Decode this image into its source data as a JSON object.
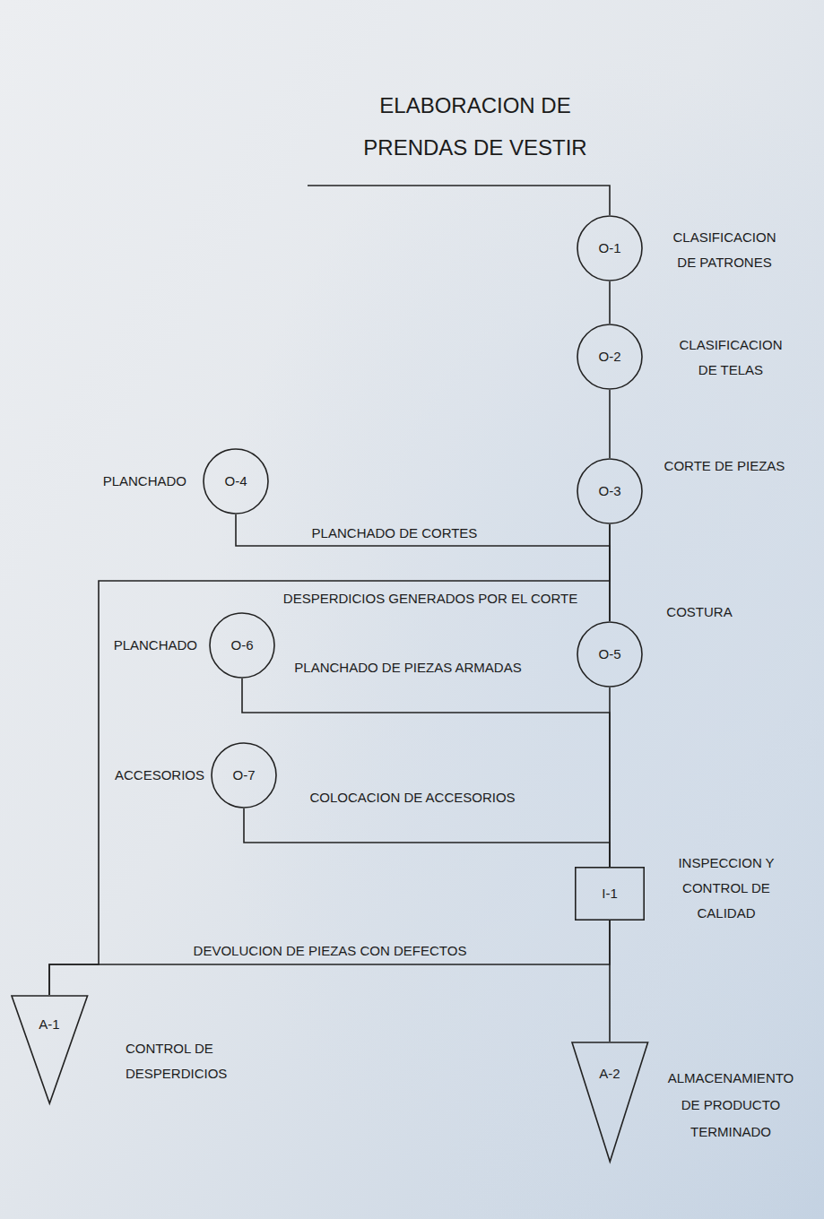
{
  "diagram": {
    "title": "ELABORACION DE PRENDAS DE VESTIR",
    "nodes": [
      {
        "text": [
          "O-1",
          "CLASIFICACION DE PATRONES"
        ]
      },
      {
        "text": [
          "O-2",
          "CLASIFICACION DE TELAS"
        ]
      },
      {
        "text": [
          "O-3",
          "CORTE DE PIEZAS"
        ]
      },
      {
        "text": [
          "PLANCHADO",
          "O-4"
        ]
      },
      {
        "text": [
          "O-5",
          "COSTURA"
        ]
      },
      {
        "text": [
          "PLANCHADO",
          "O-6"
        ]
      },
      {
        "text": [
          "ACCESORIOS",
          "O-7"
        ]
      },
      {
        "text": [
          "I-1",
          "INSPECCION Y CONTROL DE CALIDAD"
        ]
      },
      {
        "text": [
          "A-1",
          "CONTROL DE DESPERDICIOS"
        ]
      },
      {
        "text": [
          "A-2",
          "ALMACENAMIENTO DE PRODUCTO TERMINADO"
        ]
      }
    ],
    "edges": [
      {
        "from": 0,
        "to": 1,
        "arrow": "none"
      },
      {
        "from": 1,
        "to": 2,
        "arrow": "none"
      },
      {
        "from": 2,
        "to": 4,
        "arrow": "none"
      },
      {
        "from": 3,
        "to": 4,
        "label": "PLANCHADO DE CORTES",
        "arrow": "none"
      },
      {
        "from": 2,
        "to": 8,
        "label": "DESPERDICIOS GENERADOS POR EL CORTE",
        "arrow": "none"
      },
      {
        "from": 4,
        "to": 7,
        "arrow": "none"
      },
      {
        "from": 5,
        "to": 7,
        "label": "PLANCHADO DE PIEZAS ARMADAS",
        "arrow": "none"
      },
      {
        "from": 6,
        "to": 7,
        "label": "COLOCACION DE ACCESORIOS",
        "arrow": "none"
      },
      {
        "from": 7,
        "to": 9,
        "arrow": "none"
      },
      {
        "from": 7,
        "to": 8,
        "label": "DEVOLUCION DE PIEZAS CON DEFECTOS",
        "arrow": "none"
      }
    ]
  }
}
